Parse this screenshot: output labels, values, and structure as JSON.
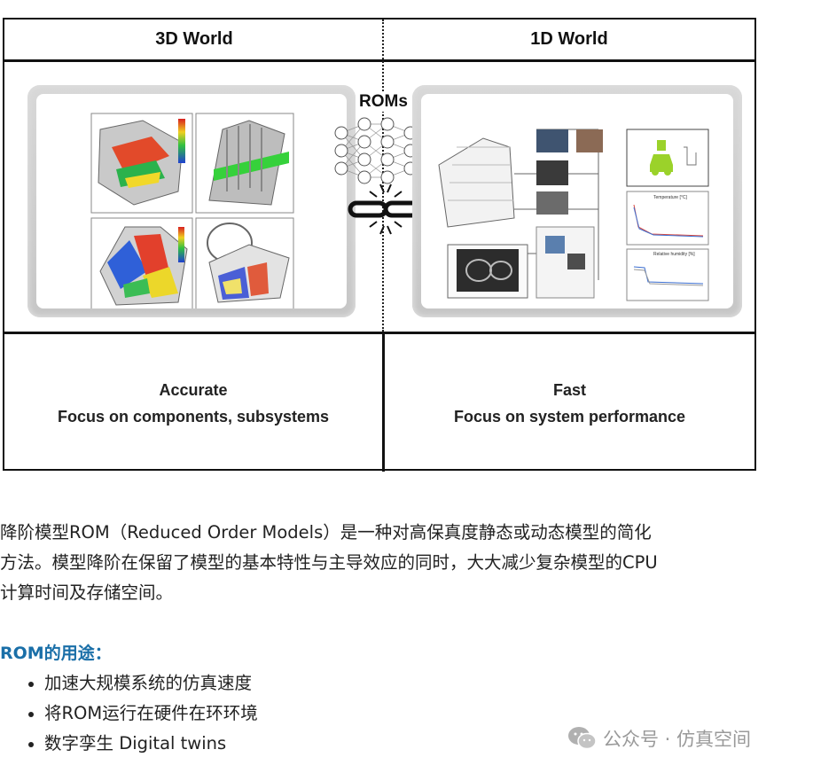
{
  "figure": {
    "header_left": "3D World",
    "header_right": "1D World",
    "roms_label": "ROMs",
    "bottom_left_line1": "Accurate",
    "bottom_left_line2": "Focus on components, subsystems",
    "bottom_right_line1": "Fast",
    "bottom_right_line2": "Focus on system performance",
    "chart_small_top_title": "Temperature [°C]",
    "chart_small_bottom_title": "Relative humidity [%]"
  },
  "body": {
    "paragraph_line1": "降阶模型ROM（Reduced Order Models）是一种对高保真度静态或动态模型的简化",
    "paragraph_line2": "方法。模型降阶在保留了模型的基本特性与主导效应的同时，大大减少复杂模型的CPU",
    "paragraph_line3": "计算时间及存储空间。",
    "section_title": "ROM的用途：",
    "bullets": [
      "加速大规模系统的仿真速度",
      "将ROM运行在硬件在环环境",
      "数字孪生 Digital twins"
    ]
  },
  "watermark": {
    "text": "公众号 · 仿真空间",
    "icon": "wechat-icon"
  }
}
